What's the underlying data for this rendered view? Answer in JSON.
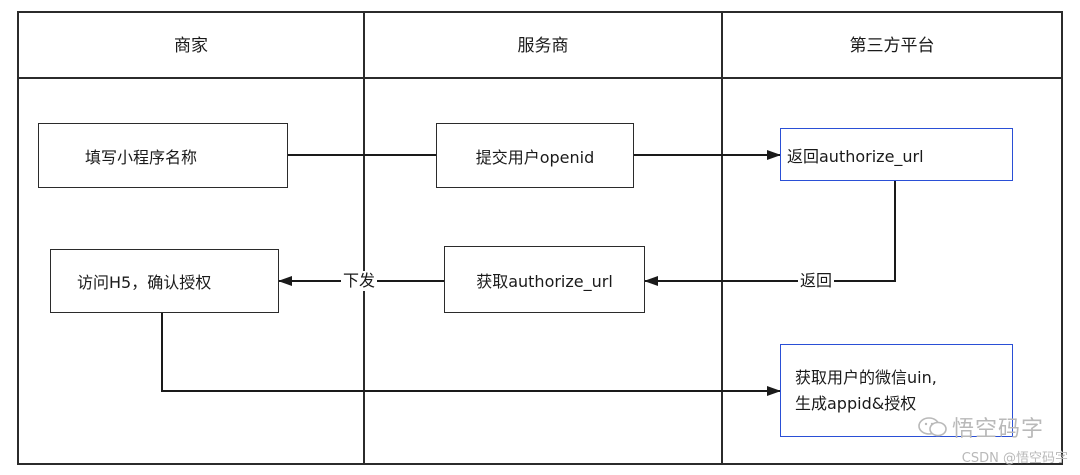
{
  "lanes": {
    "merchant": "商家",
    "provider": "服务商",
    "platform": "第三方平台"
  },
  "nodes": {
    "fill_name": "填写小程序名称",
    "submit_openid": "提交用户openid",
    "return_url": "返回authorize_url",
    "visit_h5": "访问H5，确认授权",
    "get_url": "获取authorize_url",
    "get_uin_line1": "获取用户的微信uin,",
    "get_uin_line2": "生成appid&授权"
  },
  "edge_labels": {
    "issue": "下发",
    "return": "返回"
  },
  "watermark": {
    "brand": "悟空码字",
    "source": "CSDN @悟空码字"
  },
  "colors": {
    "line": "#2b2b2b",
    "highlight_border": "#2a4fd6",
    "watermark": "#b9b9b9"
  }
}
